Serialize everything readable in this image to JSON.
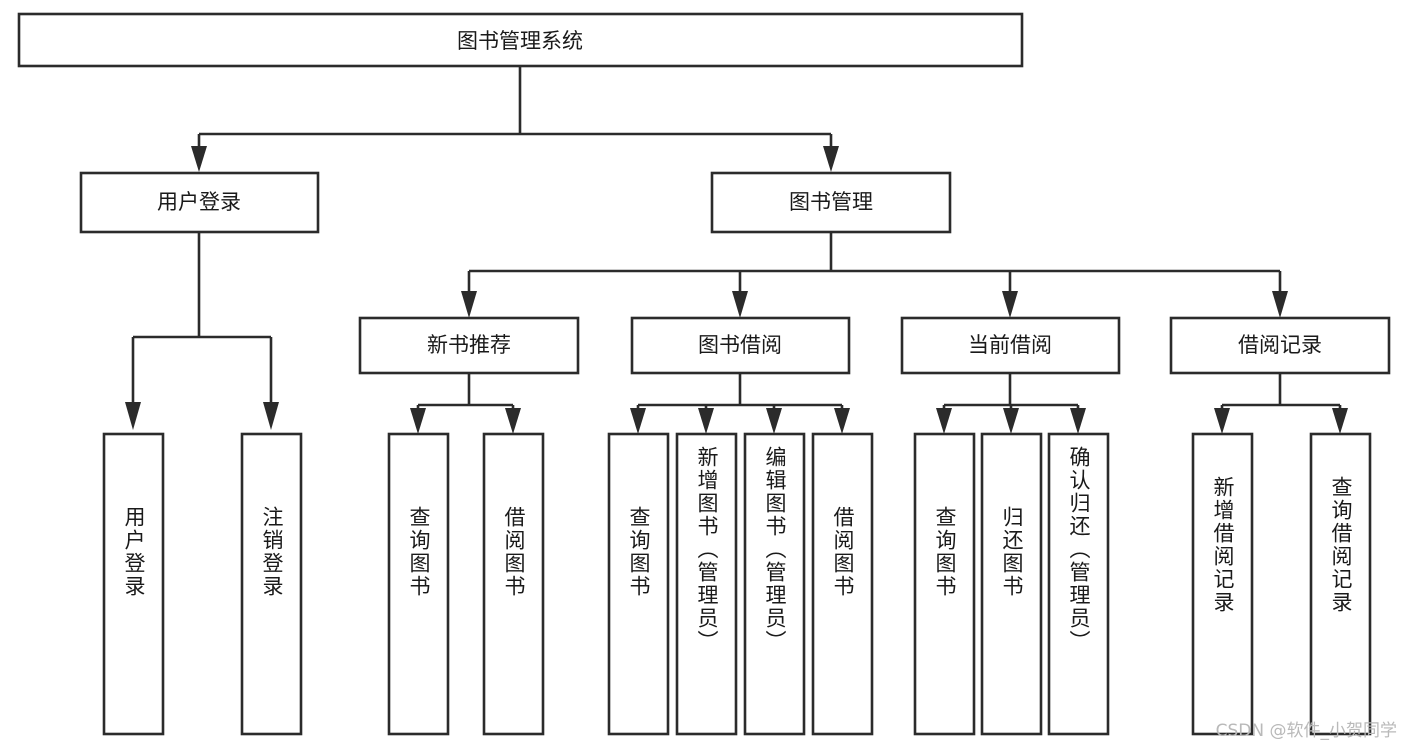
{
  "diagram": {
    "title": "图书管理系统",
    "type": "tree",
    "colors": {
      "node_fill": "#ffffff",
      "node_stroke": "#2b2b2b",
      "text": "#1a1a1a",
      "background": "#ffffff",
      "watermark": "#b9b9b9"
    },
    "root": {
      "label": "图书管理系统"
    },
    "level2": [
      {
        "label": "用户登录"
      },
      {
        "label": "图书管理"
      }
    ],
    "level3": [
      {
        "label": "新书推荐"
      },
      {
        "label": "图书借阅"
      },
      {
        "label": "当前借阅"
      },
      {
        "label": "借阅记录"
      }
    ],
    "leaves": {
      "user_login": [
        {
          "label": "用户登录"
        },
        {
          "label": "注销登录"
        }
      ],
      "new_book_recommend": [
        {
          "label": "查询图书"
        },
        {
          "label": "借阅图书"
        }
      ],
      "book_borrow": [
        {
          "label": "查询图书"
        },
        {
          "label": "新增图书（管理员）"
        },
        {
          "label": "编辑图书（管理员）"
        },
        {
          "label": "借阅图书"
        }
      ],
      "current_borrow": [
        {
          "label": "查询图书"
        },
        {
          "label": "归还图书"
        },
        {
          "label": "确认归还（管理员）"
        }
      ],
      "borrow_record": [
        {
          "label": "新增借阅记录"
        },
        {
          "label": "查询借阅记录"
        }
      ]
    }
  },
  "watermark": {
    "text": "CSDN @软件_小贺同学"
  }
}
